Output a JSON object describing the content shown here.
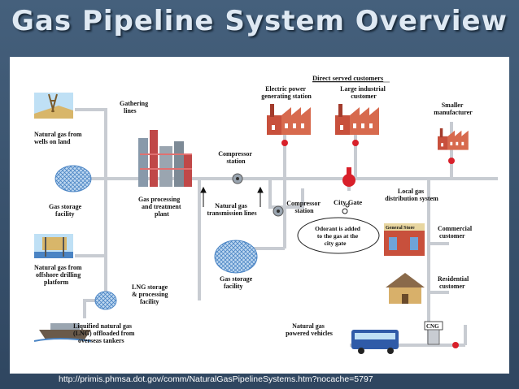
{
  "title": "Gas Pipeline System Overview",
  "source_url": "http://primis.phmsa.dot.gov/comm/NaturalGasPipelineSystems.htm?nocache=5797",
  "diagram": {
    "direct_served_customers": "Direct served customers",
    "electric_power": [
      "Electric power",
      "generating station"
    ],
    "large_industrial": [
      "Large industrial",
      "customer"
    ],
    "smaller_manufacturer": [
      "Smaller",
      "manufacturer"
    ],
    "gathering_lines": [
      "Gathering",
      "lines"
    ],
    "wells_on_land": [
      "Natural gas from",
      "wells on land"
    ],
    "compressor_station_1": [
      "Compressor",
      "station"
    ],
    "gas_storage_left": [
      "Gas storage",
      "facility"
    ],
    "gas_processing": [
      "Gas processing",
      "and treatment",
      "plant"
    ],
    "transmission_lines": [
      "Natural gas",
      "transmission lines"
    ],
    "compressor_station_2": [
      "Compressor",
      "station"
    ],
    "city_gate": "City Gate",
    "local_gas": [
      "Local gas",
      "distribution system"
    ],
    "odorant_note": [
      "Odorant is added",
      "to the gas at the",
      "city gate"
    ],
    "commercial": [
      "Commercial",
      "customer"
    ],
    "general_store": "General Store",
    "offshore": [
      "Natural gas from",
      "offshore drilling",
      "platform"
    ],
    "gas_storage_center": [
      "Gas storage",
      "facility"
    ],
    "lng_storage": [
      "LNG storage",
      "& processing",
      "facility"
    ],
    "residential": [
      "Residential",
      "customer"
    ],
    "lng_tankers": [
      "Liquified natural gas",
      "(LNG) offloaded from",
      "overseas tankers"
    ],
    "powered_vehicles": [
      "Natural gas",
      "powered vehicles"
    ],
    "cng": "CNG"
  },
  "colors": {
    "pipe": "#c8ccd2",
    "valve": "#d8202a",
    "factory": "#c8503c",
    "storage": "#6fa3d8"
  }
}
